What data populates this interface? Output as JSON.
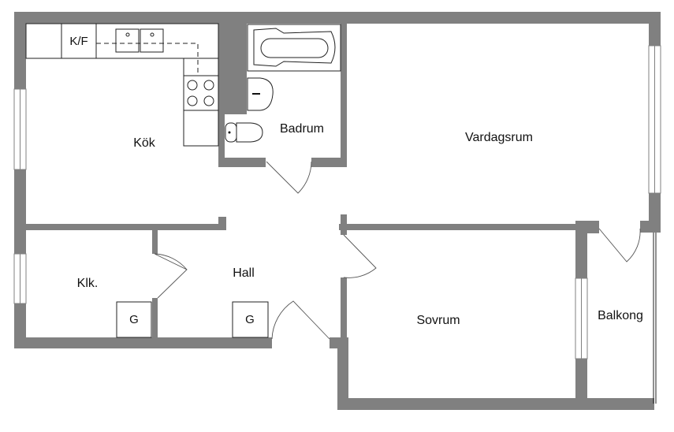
{
  "rooms": {
    "kitchen": "Kök",
    "bathroom": "Badrum",
    "living_room": "Vardagsrum",
    "hall": "Hall",
    "closet": "Klk.",
    "bedroom": "Sovrum",
    "balcony": "Balkong"
  },
  "fixtures": {
    "fridge_freezer": "K/F",
    "wardrobe_1": "G",
    "wardrobe_2": "G"
  },
  "colors": {
    "wall": "#808080",
    "line": "#222222"
  }
}
